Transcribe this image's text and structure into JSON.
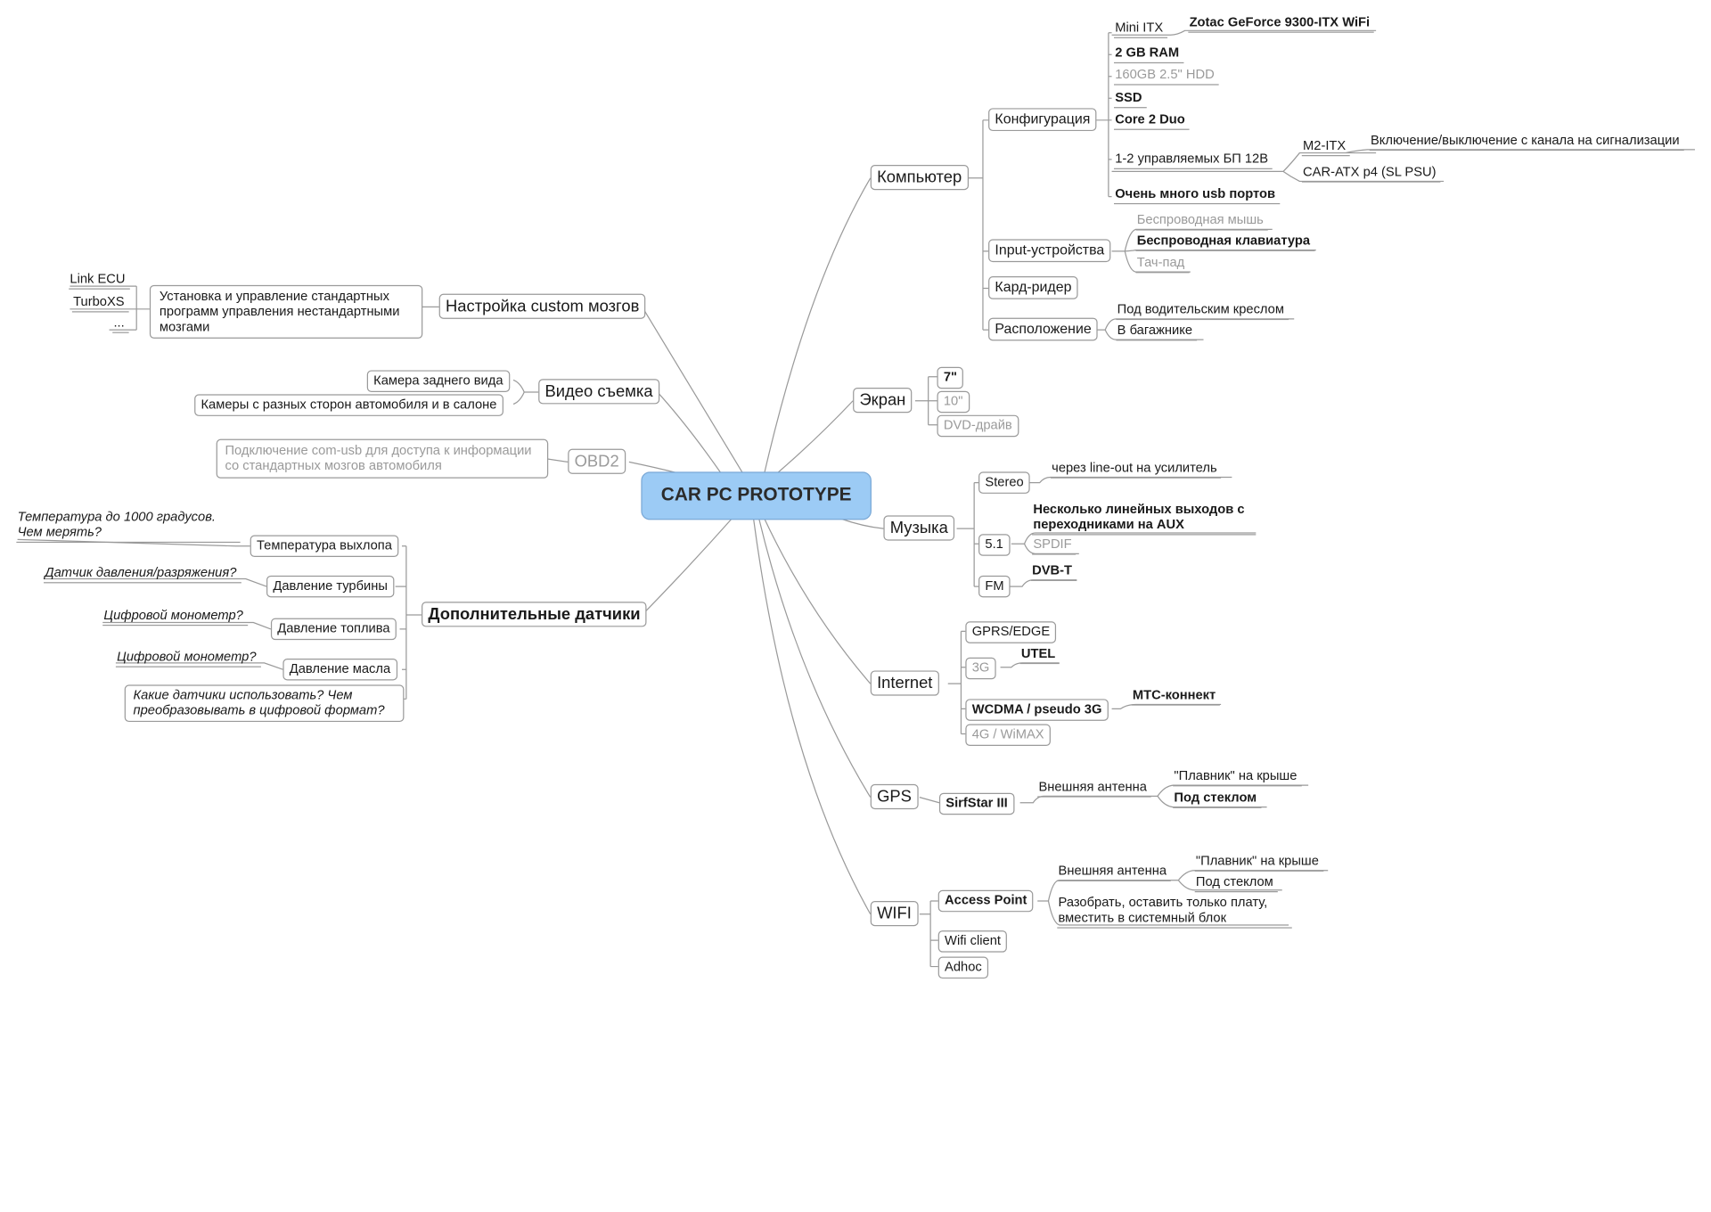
{
  "root": "CAR PC PROTOTYPE",
  "branches": {
    "computer": {
      "label": "Компьютер",
      "config": {
        "label": "Конфигурация",
        "mini_itx": "Mini ITX",
        "mobo": "Zotac GeForce 9300-ITX WiFi",
        "ram": "2 GB RAM",
        "hdd": "160GB 2.5\" HDD",
        "ssd": "SSD",
        "cpu": "Core 2 Duo",
        "psu": "1-2 управляемых БП 12В",
        "m2itx": "M2-ITX",
        "m2itx_note": "Включение/выключение с канала на сигнализации",
        "carATX": "CAR-ATX p4 (SL PSU)",
        "usb": "Очень много usb портов"
      },
      "input": {
        "label": "Input-устройства",
        "mouse": "Беспроводная мышь",
        "keyboard": "Беспроводная клавиатура",
        "touchpad": "Тач-пад"
      },
      "cardreader": "Кард-ридер",
      "location": {
        "label": "Расположение",
        "seat": "Под водительским креслом",
        "trunk": "В багажнике"
      }
    },
    "screen": {
      "label": "Экран",
      "s7": "7\"",
      "s10": "10\"",
      "dvd": "DVD-драйв"
    },
    "music": {
      "label": "Музыка",
      "stereo": "Stereo",
      "lineout": "через line-out на усилитель",
      "s51": "5.1",
      "aux": "Несколько линейных выходов с переходниками на AUX",
      "spdif": "SPDIF",
      "fm": "FM",
      "dvbt": "DVB-T"
    },
    "internet": {
      "label": "Internet",
      "gprs": "GPRS/EDGE",
      "g3": "3G",
      "utel": "UTEL",
      "wcdma": "WCDMA / pseudo 3G",
      "mts": "МТС-коннект",
      "g4": "4G / WiMAX"
    },
    "gps": {
      "label": "GPS",
      "chip": "SirfStar III",
      "antenna": "Внешняя антенна",
      "fin": "\"Плавник\" на крыше",
      "glass": "Под стеклом"
    },
    "wifi": {
      "label": "WIFI",
      "ap": "Access Point",
      "antenna": "Внешняя антенна",
      "fin": "\"Плавник\" на крыше",
      "glass": "Под стеклом",
      "disassemble": "Разобрать, оставить только плату, вместить в системный блок",
      "client": "Wifi client",
      "adhoc": "Adhoc"
    },
    "custom": {
      "label": "Настройка custom мозгов",
      "desc": "Установка и управление стандартных программ управления нестандартными мозгами",
      "linkecu": "Link ECU",
      "turboxs": "TurboXS",
      "more": "..."
    },
    "video": {
      "label": "Видео съемка",
      "rear": "Камера заднего вида",
      "sides": "Камеры с разных сторон автомобиля и в салоне"
    },
    "obd2": {
      "label": "OBD2",
      "desc": "Подключение com-usb для доступа к информации со стандартных мозгов автомобиля"
    },
    "sensors": {
      "label": "Дополнительные датчики",
      "exhaust": "Температура выхлопа",
      "exhaust_q": "Температура до 1000 градусов. Чем мерять?",
      "turbo": "Давление турбины",
      "turbo_q": "Датчик давления/разряжения?",
      "fuel": "Давление топлива",
      "fuel_q": "Цифровой монометр?",
      "oil": "Давление масла",
      "oil_q": "Цифровой монометр?",
      "which": "Какие датчики использовать? Чем преобразовывать в цифровой формат?"
    }
  },
  "colors": {
    "root_fill": "#9ccbf5",
    "line": "#9a9a9a",
    "muted_text": "#9a9a9a"
  }
}
